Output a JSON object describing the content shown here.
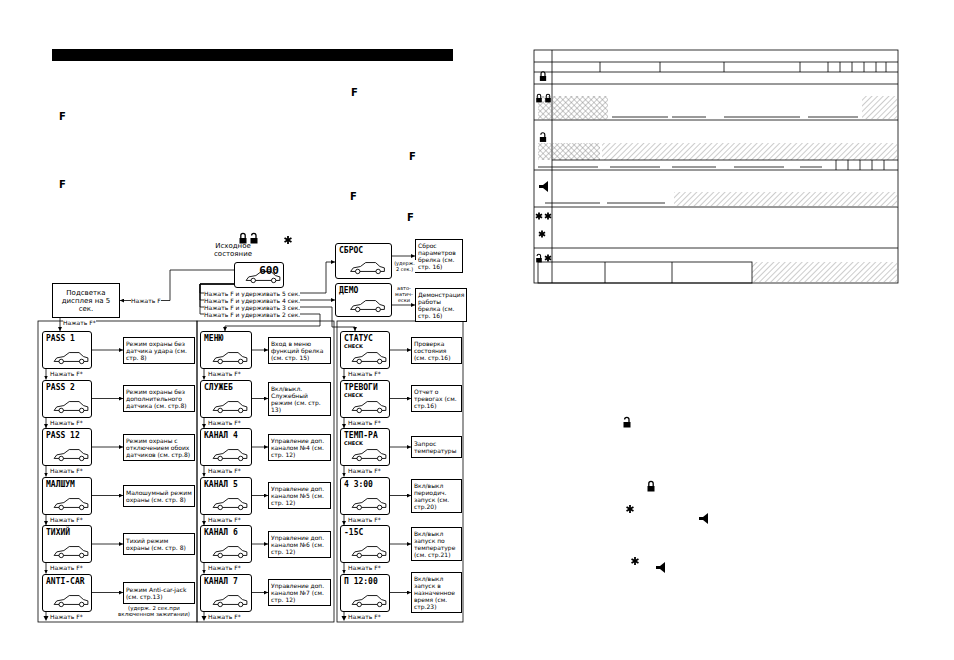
{
  "diagram": {
    "nodes": [
      {
        "text": [
          "Исходное состояние",
          "600"
        ]
      },
      {
        "text": [
          "СБРОС"
        ]
      },
      {
        "text": [
          "Сброс параметров брелка (см. стр. 16)"
        ]
      },
      {
        "text": [
          "ДЕМО"
        ]
      },
      {
        "text": [
          "Демонстрация работы брелка (см. стр. 16)"
        ]
      },
      {
        "text": [
          "Подсветка дисплея на 5 сек."
        ]
      },
      {
        "text": [
          "PASS 1"
        ]
      },
      {
        "text": [
          "Режим охраны без датчика удара (см. стр. 8)"
        ]
      },
      {
        "text": [
          "PASS 2"
        ]
      },
      {
        "text": [
          "Режим охраны без дополнительного датчика (см. стр.8)"
        ]
      },
      {
        "text": [
          "PASS 12"
        ]
      },
      {
        "text": [
          "Режим охраны с отключением обоих датчиков (см. стр.8)"
        ]
      },
      {
        "text": [
          "МАЛШУМ"
        ]
      },
      {
        "text": [
          "Малошумный режим охраны (см. стр. 8)"
        ]
      },
      {
        "text": [
          "ТИХИЙ"
        ]
      },
      {
        "text": [
          "Тихий режим охраны (см. стр. 8)"
        ]
      },
      {
        "text": [
          "ANTI-CAR"
        ]
      },
      {
        "text": [
          "Режим Anti-car-jack (см. стр.13)"
        ]
      },
      {
        "text": [
          "МЕНЮ"
        ]
      },
      {
        "text": [
          "Вход в меню функций брелка (см. стр. 15)"
        ]
      },
      {
        "text": [
          "СЛУЖЕБ"
        ]
      },
      {
        "text": [
          "Вкл/выкл. Служебный режим (см. стр. 13)"
        ]
      },
      {
        "text": [
          "КАНАЛ 4"
        ]
      },
      {
        "text": [
          "Управление доп. каналом №4 (см. стр. 12)"
        ]
      },
      {
        "text": [
          "КАНАЛ 5"
        ]
      },
      {
        "text": [
          "Управление доп. каналом №5 (см. стр. 12)"
        ]
      },
      {
        "text": [
          "КАНАЛ 6"
        ]
      },
      {
        "text": [
          "Управление доп. каналом №6 (см. стр. 12)"
        ]
      },
      {
        "text": [
          "КАНАЛ 7"
        ]
      },
      {
        "text": [
          "Управление доп. каналом №7 (см. стр. 12)"
        ]
      },
      {
        "text": [
          "СТАТУС",
          "CHECK"
        ]
      },
      {
        "text": [
          "Проверка состояния (см. стр.16)"
        ]
      },
      {
        "text": [
          "ТРЕВОГИ",
          "CHECK"
        ]
      },
      {
        "text": [
          "Отчет о тревогах (см. стр.16)"
        ]
      },
      {
        "text": [
          "ТЕМП-РА",
          "CHECK"
        ]
      },
      {
        "text": [
          "Запрос температуры"
        ]
      },
      {
        "text": [
          "4 3:00"
        ]
      },
      {
        "text": [
          "Вкл/выкл периодич. запуск (см. стр.20)"
        ]
      },
      {
        "text": [
          "-15С"
        ]
      },
      {
        "text": [
          "Вкл/выкл запуск по температуре (см. стр.21)"
        ]
      },
      {
        "text": [
          "П 12:00"
        ]
      },
      {
        "text": [
          "Вкл/выкл запуск в назначенное время (см. стр.23)"
        ]
      }
    ],
    "edges": [
      {
        "from": 0,
        "to": 1,
        "label": "Нажать F и удерживать 5 сек.",
        "arrow": "to"
      },
      {
        "from": 0,
        "to": 3,
        "label": "Нажать F и удерживать 4 сек.",
        "arrow": "to"
      },
      {
        "from": 0,
        "to": 30,
        "label": "Нажать F и удерживать 3 сек.",
        "arrow": "to"
      },
      {
        "from": 0,
        "to": 18,
        "label": "Нажать F и удерживать 2 сек.",
        "arrow": "to"
      },
      {
        "from": 0,
        "to": 5,
        "label": "Нажать F",
        "arrow": "to"
      },
      {
        "from": 5,
        "to": 6,
        "label": "Нажать F*",
        "arrow": "to"
      },
      {
        "from": 1,
        "to": 2,
        "label": "(удерж. 2 сек.)",
        "arrow": "to"
      },
      {
        "from": 3,
        "to": 4,
        "label": "авто- матич- ески",
        "arrow": "to"
      },
      {
        "from": 6,
        "to": 7,
        "arrow": "to"
      },
      {
        "from": 6,
        "to": 8,
        "label": "Нажать F*",
        "arrow": "to"
      },
      {
        "from": 8,
        "to": 9,
        "arrow": "to"
      },
      {
        "from": 8,
        "to": 10,
        "label": "Нажать F*",
        "arrow": "to"
      },
      {
        "from": 10,
        "to": 11,
        "arrow": "to"
      },
      {
        "from": 10,
        "to": 12,
        "label": "Нажать F*",
        "arrow": "to"
      },
      {
        "from": 12,
        "to": 13,
        "arrow": "to"
      },
      {
        "from": 12,
        "to": 14,
        "label": "Нажать F*",
        "arrow": "to"
      },
      {
        "from": 14,
        "to": 15,
        "arrow": "to"
      },
      {
        "from": 14,
        "to": 16,
        "label": "Нажать F*",
        "arrow": "to"
      },
      {
        "from": 16,
        "to": 17,
        "label": "(удерж. 2 сек.при включенном зажигании)",
        "arrow": "to"
      },
      {
        "from": 18,
        "to": 19,
        "arrow": "to"
      },
      {
        "from": 18,
        "to": 20,
        "label": "Нажать F*",
        "arrow": "to"
      },
      {
        "from": 20,
        "to": 21,
        "arrow": "to"
      },
      {
        "from": 20,
        "to": 22,
        "label": "Нажать F*",
        "arrow": "to"
      },
      {
        "from": 22,
        "to": 23,
        "arrow": "to"
      },
      {
        "from": 22,
        "to": 24,
        "label": "Нажать F*",
        "arrow": "to"
      },
      {
        "from": 24,
        "to": 25,
        "arrow": "to"
      },
      {
        "from": 24,
        "to": 26,
        "label": "Нажать F*",
        "arrow": "to"
      },
      {
        "from": 26,
        "to": 27,
        "arrow": "to"
      },
      {
        "from": 26,
        "to": 28,
        "label": "Нажать F*",
        "arrow": "to"
      },
      {
        "from": 28,
        "to": 29,
        "arrow": "to"
      },
      {
        "from": 30,
        "to": 31,
        "arrow": "to"
      },
      {
        "from": 30,
        "to": 32,
        "label": "Нажать F*",
        "arrow": "to"
      },
      {
        "from": 32,
        "to": 33,
        "arrow": "to"
      },
      {
        "from": 32,
        "to": 34,
        "label": "Нажать F*",
        "arrow": "to"
      },
      {
        "from": 34,
        "to": 35,
        "arrow": "to"
      },
      {
        "from": 34,
        "to": 36,
        "label": "Нажать F*",
        "arrow": "to"
      },
      {
        "from": 36,
        "to": 37,
        "arrow": "to"
      },
      {
        "from": 36,
        "to": 38,
        "label": "Нажать F*",
        "arrow": "to"
      },
      {
        "from": 38,
        "to": 39,
        "arrow": "to"
      },
      {
        "from": 38,
        "to": 40,
        "label": "Нажать F*",
        "arrow": "to"
      },
      {
        "from": 40,
        "to": 41,
        "arrow": "to"
      }
    ],
    "labels": [
      "Нажать F*",
      "Нажать F*",
      "Нажать F*",
      "F",
      "F",
      "F",
      "F",
      "F",
      "F"
    ]
  }
}
